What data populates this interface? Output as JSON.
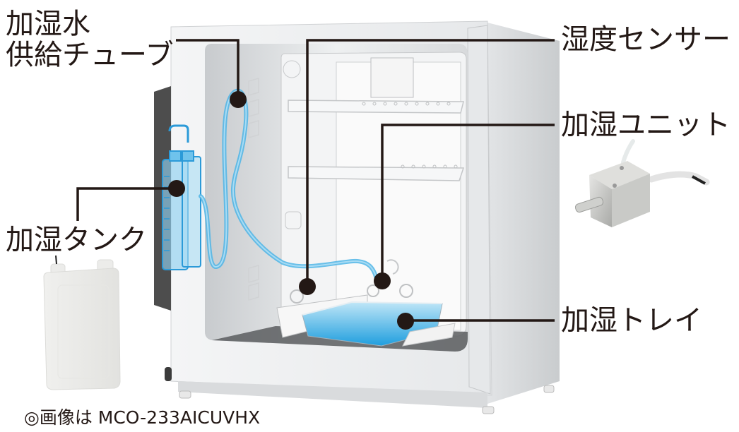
{
  "labels": {
    "supply_tube_line1": "加湿水",
    "supply_tube_line2": "供給チューブ",
    "humidity_sensor": "湿度センサー",
    "humidifier_unit": "加湿ユニット",
    "humidifier_tank": "加湿タンク",
    "humidifier_tray": "加湿トレイ"
  },
  "caption": "◎画像は MCO-233AICUVHX",
  "colors": {
    "leader_line": "#231815",
    "water_blue": "#3aaee0",
    "tube_blue": "#2b9ad8",
    "cabinet": "#eeeff0",
    "cabinet_side": "#d5d7d9",
    "interior": "#dcdee0",
    "door_seal": "#4d4d4d"
  }
}
